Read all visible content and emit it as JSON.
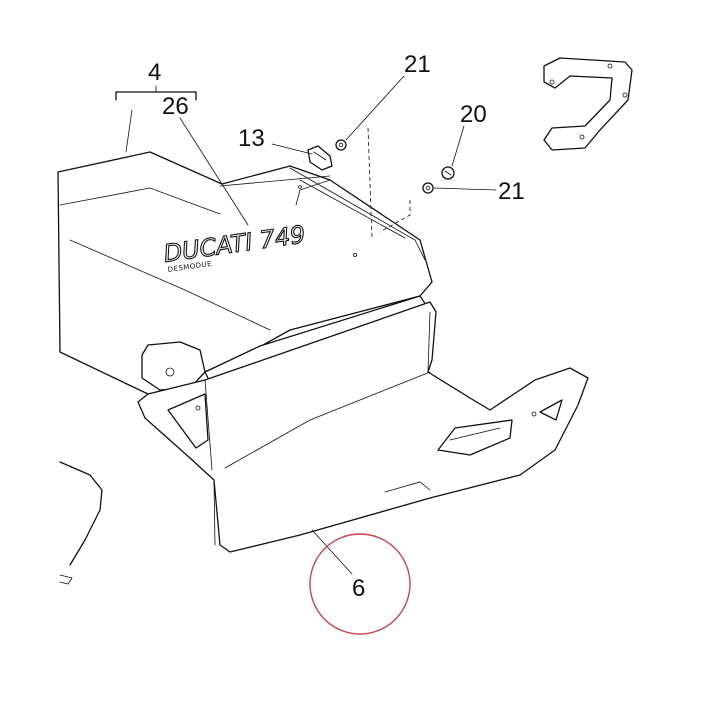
{
  "diagram": {
    "callouts": [
      {
        "id": "4",
        "label": "4"
      },
      {
        "id": "26",
        "label": "26"
      },
      {
        "id": "13",
        "label": "13"
      },
      {
        "id": "21a",
        "label": "21"
      },
      {
        "id": "20",
        "label": "20"
      },
      {
        "id": "21b",
        "label": "21"
      },
      {
        "id": "6",
        "label": "6"
      }
    ],
    "decal": {
      "brand": "DUCATI 749",
      "subtext": "DESMODUE"
    },
    "highlight": {
      "target": "6",
      "color": "#c8434a"
    }
  }
}
